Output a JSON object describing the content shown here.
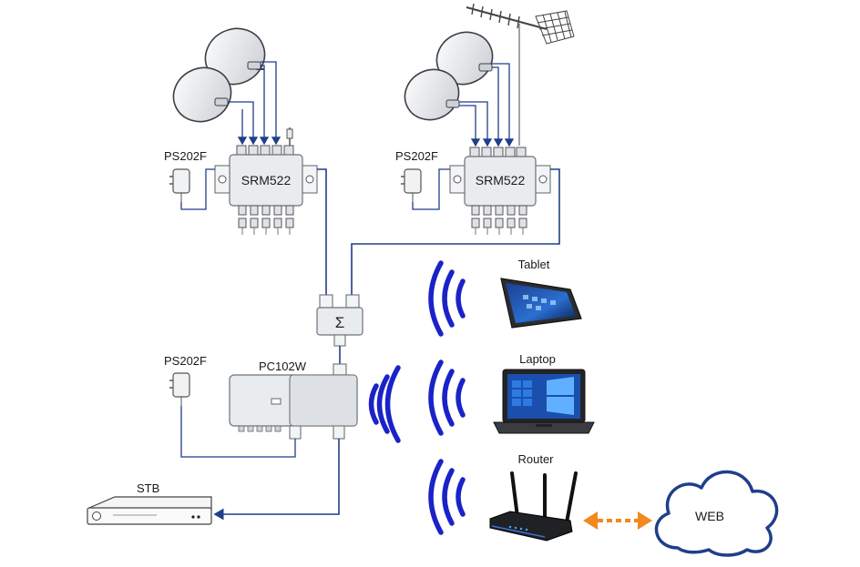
{
  "labels": {
    "switch_left": "SRM522",
    "switch_right": "SRM522",
    "psu_left": "PS202F",
    "psu_right": "PS202F",
    "psu_bottom": "PS202F",
    "amplifier": "PC102W",
    "combiner_symbol": "Σ",
    "stb": "STB",
    "tablet": "Tablet",
    "laptop": "Laptop",
    "router": "Router",
    "cloud": "WEB"
  },
  "colors": {
    "cable": "#1f3f8a",
    "wifi_waves": "#1a22c8",
    "web_link_arrow": "#f08a1c",
    "cloud_outline": "#1f3f8a",
    "equipment": "#e9ecef"
  }
}
